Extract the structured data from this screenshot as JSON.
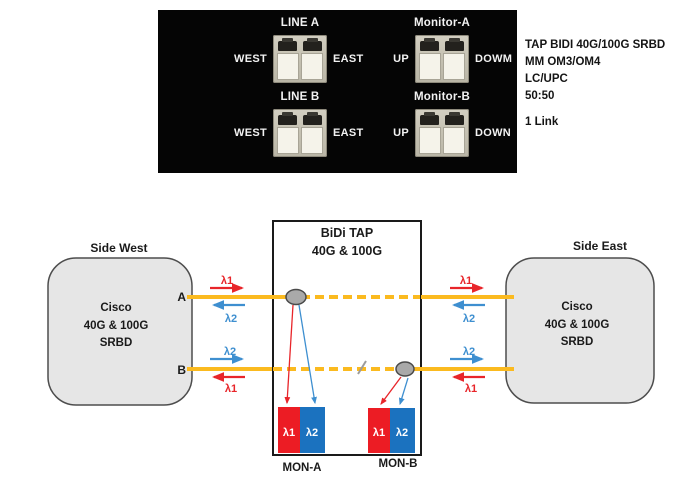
{
  "panel": {
    "groups": [
      {
        "title": "LINE A",
        "left": "WEST",
        "right": "EAST"
      },
      {
        "title": "Monitor-A",
        "left": "UP",
        "right": "DOWM"
      },
      {
        "title": "LINE B",
        "left": "WEST",
        "right": "EAST"
      },
      {
        "title": "Monitor-B",
        "left": "UP",
        "right": "DOWN"
      }
    ],
    "spec_lines": [
      "TAP BIDI 40G/100G SRBD",
      "MM OM3/OM4",
      "LC/UPC",
      "50:50"
    ],
    "link_label": "1 Link"
  },
  "diagram": {
    "tap_title1": "BiDi TAP",
    "tap_title2": "40G & 100G",
    "west_label": "Side West",
    "east_label": "Side East",
    "device_lines": [
      "Cisco",
      "40G & 100G",
      "SRBD"
    ],
    "port_a": "A",
    "port_b": "B",
    "lambda1": "λ1",
    "lambda2": "λ2",
    "mon_a": "MON-A",
    "mon_b": "MON-B",
    "colors": {
      "fiber": "#FBBA1F",
      "signal_red": "#E8252A",
      "signal_blue": "#3E8FD0",
      "bar_red": "#EC1C24",
      "bar_blue": "#1B72BF",
      "device_fill": "#E6E6E6",
      "device_border": "#4D4D4D",
      "splitter_fill": "#A9A9A9",
      "panel_bg": "#050505"
    }
  }
}
